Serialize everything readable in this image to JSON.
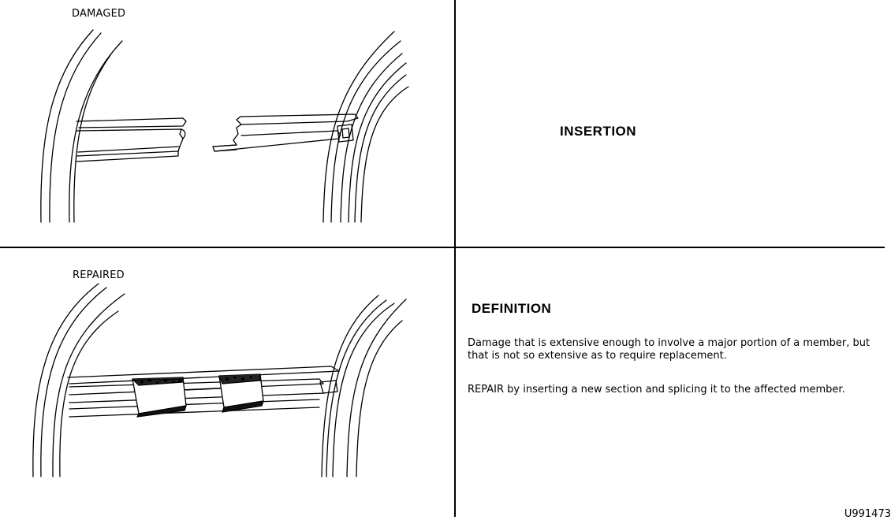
{
  "panels": {
    "damaged_label": "DAMAGED",
    "repaired_label": "REPAIRED"
  },
  "title": "INSERTION",
  "definition": {
    "heading": "DEFINITION",
    "paragraph1": "Damage that is extensive enough to involve a major portion of a member, but that is not so extensive as to require replacement.",
    "paragraph2": "REPAIR by inserting a new section and splicing it to the affected member."
  },
  "figure_id": "U991473"
}
